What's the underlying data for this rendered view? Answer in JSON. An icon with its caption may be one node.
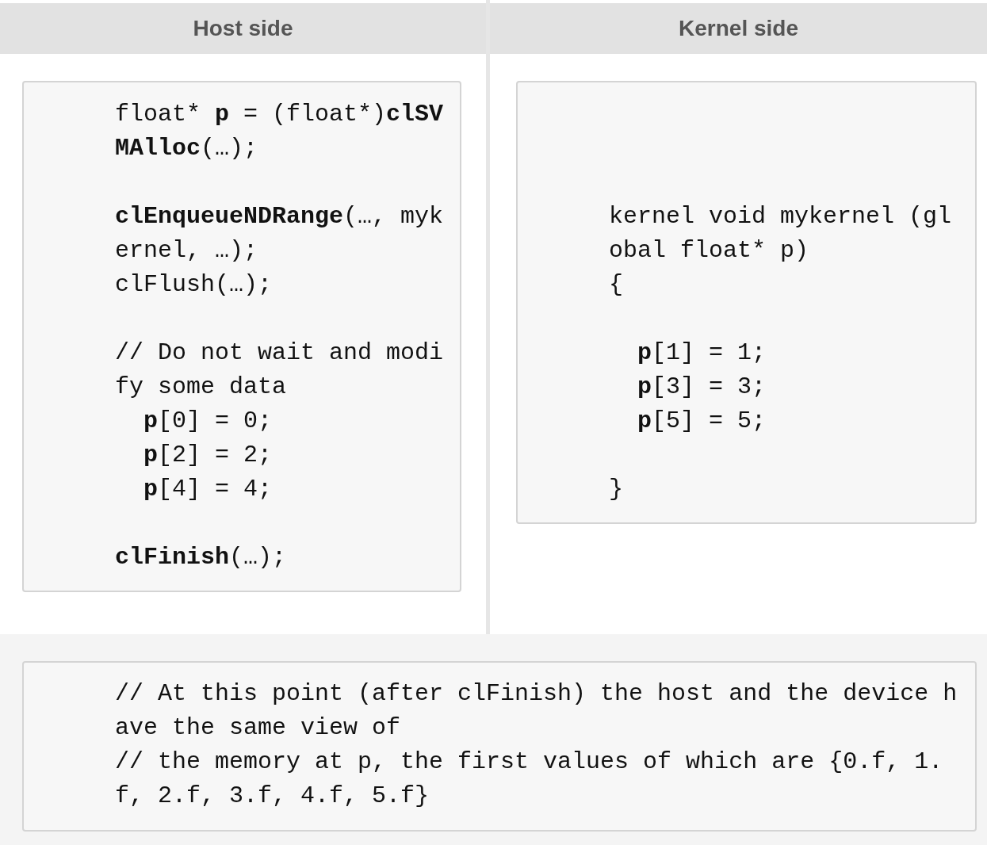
{
  "diagram": {
    "nodes": [
      {
        "text": [
          "Host side"
        ]
      },
      {
        "text": [
          "Kernel side"
        ]
      },
      {
        "text": [
          "float* **p** = (float*)**clSVMAlloc**(…);",
          "**clEnqueueNDRange**(…, mykernel, …);",
          "clFlush(…);",
          "// Do not wait and modify some data",
          "  **p**[0] = 0;",
          "  **p**[2] = 2;",
          "  **p**[4] = 4;",
          "**clFinish**(…);"
        ]
      },
      {
        "text": [
          "kernel void mykernel (global float* p)",
          "{",
          "  **p**[1] = 1;",
          "  **p**[3] = 3;",
          "  **p**[5] = 5;",
          "}"
        ]
      },
      {
        "text": [
          "// At this point (after clFinish) the host and the device have the same view of",
          "// the memory at p, the first values of which are {0.f, 1.f, 2.f, 3.f, 4.f, 5.f}"
        ]
      }
    ]
  }
}
